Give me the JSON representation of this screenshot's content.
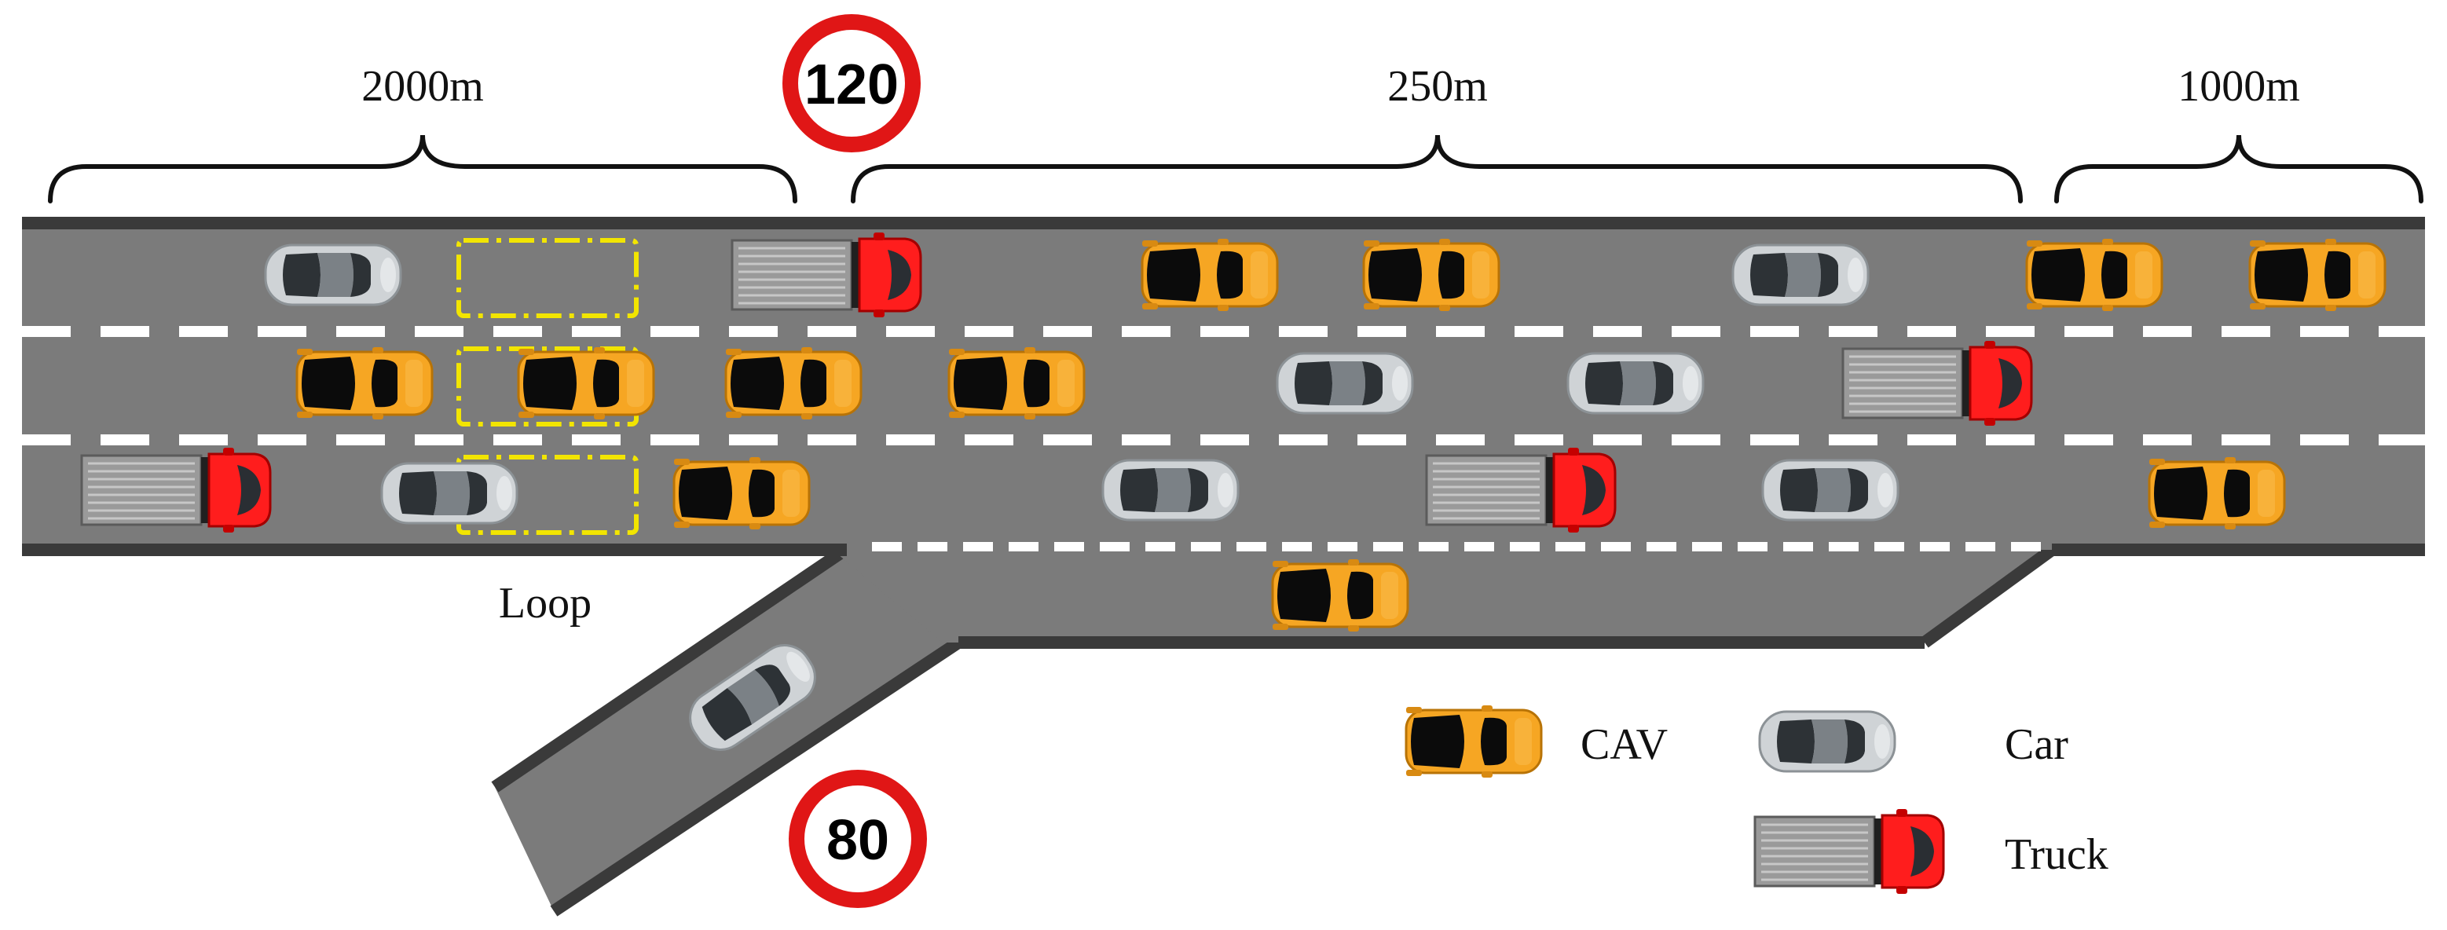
{
  "dimensions": {
    "left": "2000m",
    "middle": "250m",
    "right": "1000m"
  },
  "speed_limits": {
    "mainline": "120",
    "ramp": "80"
  },
  "ramp_label": "Loop",
  "legend": {
    "cav": "CAV",
    "car": "Car",
    "truck": "Truck"
  },
  "colors": {
    "road": "#7b7b7b",
    "road_edge": "#3a3a3a",
    "lane_mark": "#ffffff",
    "cav_body": "#f6a623",
    "car_body": "#cfd3d6",
    "truck_cab": "#ff1d1d",
    "truck_trailer": "#9a9a9a",
    "loop_detector": "#f2e500",
    "sign_ring": "#e01616"
  }
}
